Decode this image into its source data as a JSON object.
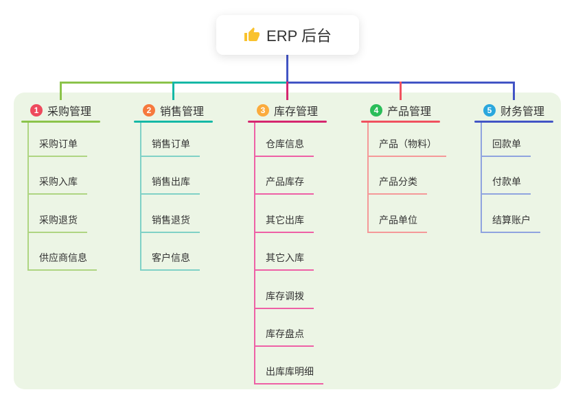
{
  "root": {
    "label": "ERP 后台",
    "icon": "thumbs-up-icon",
    "icon_color": "#f9c22e"
  },
  "panel": {
    "bg_color": "#ecf5e5"
  },
  "connector": {
    "root_line_color": "#4254c5"
  },
  "text_color": "#333333",
  "branches": [
    {
      "badge": "1",
      "badge_color": "#ee4a5d",
      "label": "采购管理",
      "line_color": "#8bc34a",
      "child_line_color": "#aed581",
      "children": [
        "采购订单",
        "采购入库",
        "采购退货",
        "供应商信息"
      ]
    },
    {
      "badge": "2",
      "badge_color": "#f6793d",
      "label": "销售管理",
      "line_color": "#14b8a6",
      "child_line_color": "#7fd1c6",
      "children": [
        "销售订单",
        "销售出库",
        "销售退货",
        "客户信息"
      ]
    },
    {
      "badge": "3",
      "badge_color": "#fbab3d",
      "label": "库存管理",
      "line_color": "#d5266f",
      "child_line_color": "#ee5fa5",
      "children": [
        "仓库信息",
        "产品库存",
        "其它出库",
        "其它入库",
        "库存调拨",
        "库存盘点",
        "出库库明细"
      ]
    },
    {
      "badge": "4",
      "badge_color": "#2abd59",
      "label": "产品管理",
      "line_color": "#f0515f",
      "child_line_color": "#f59898",
      "children": [
        "产品（物料）",
        "产品分类",
        "产品单位"
      ]
    },
    {
      "badge": "5",
      "badge_color": "#2aa7dd",
      "label": "财务管理",
      "line_color": "#4254c5",
      "child_line_color": "#8fa3df",
      "children": [
        "回款单",
        "付款单",
        "结算账户"
      ]
    }
  ]
}
